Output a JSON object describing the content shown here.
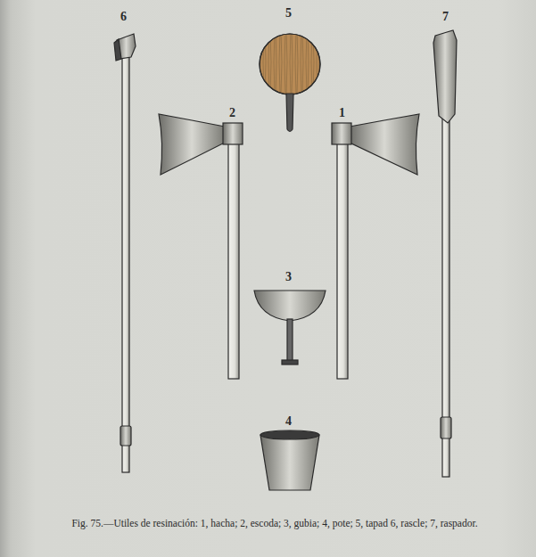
{
  "diagram": {
    "caption": "Fig. 75.—Utiles de resinación: 1, hacha; 2, escoda; 3, gubia; 4, pote; 5, tapad 6, rascle; 7, raspador.",
    "labels": [
      "6",
      "5",
      "2",
      "1",
      "7",
      "3",
      "4"
    ]
  }
}
